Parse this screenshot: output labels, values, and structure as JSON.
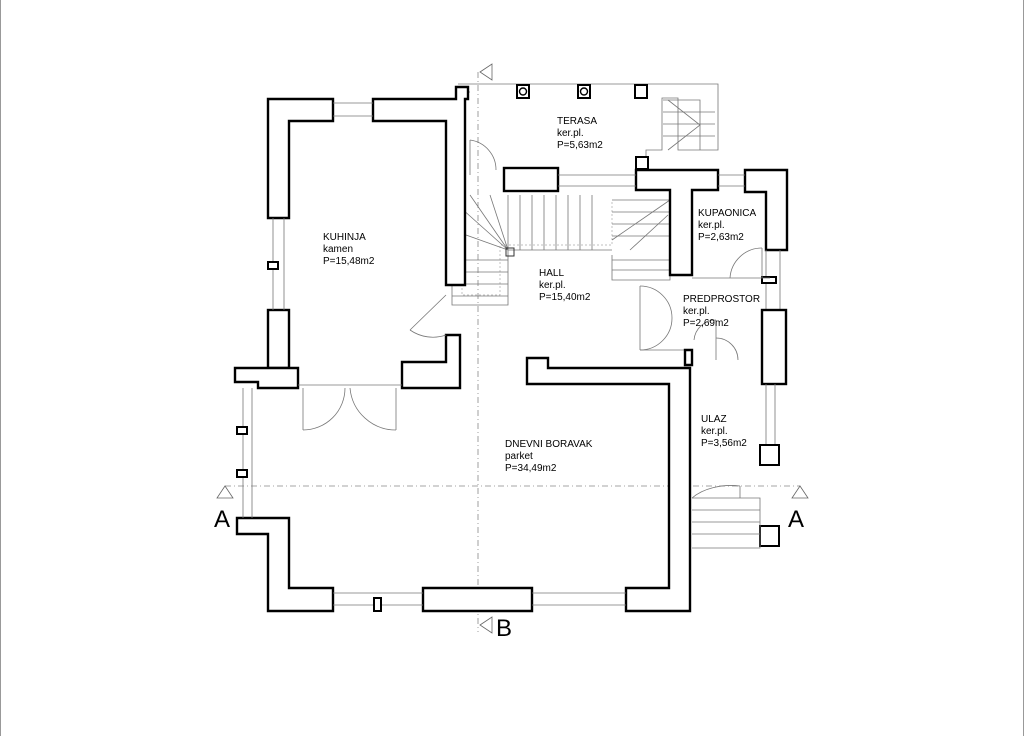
{
  "rooms": [
    {
      "id": "terasa",
      "name": "TERASA",
      "finish": "ker.pl.",
      "area": "P=5,63m2"
    },
    {
      "id": "kuhinja",
      "name": "KUHINJA",
      "finish": "kamen",
      "area": "P=15,48m2"
    },
    {
      "id": "hall",
      "name": "HALL",
      "finish": "ker.pl.",
      "area": "P=15,40m2"
    },
    {
      "id": "kupaonica",
      "name": "KUPAONICA",
      "finish": "ker.pl.",
      "area": "P=2,63m2"
    },
    {
      "id": "predprostor",
      "name": "PREDPROSTOR",
      "finish": "ker.pl.",
      "area": "P=2,69m2"
    },
    {
      "id": "ulaz",
      "name": "ULAZ",
      "finish": "ker.pl.",
      "area": "P=3,56m2"
    },
    {
      "id": "dnevni",
      "name": "DNEVNI BORAVAK",
      "finish": "parket",
      "area": "P=34,49m2"
    }
  ],
  "section_marks": {
    "a_left": "A",
    "a_right": "A",
    "b_bottom": "B"
  }
}
